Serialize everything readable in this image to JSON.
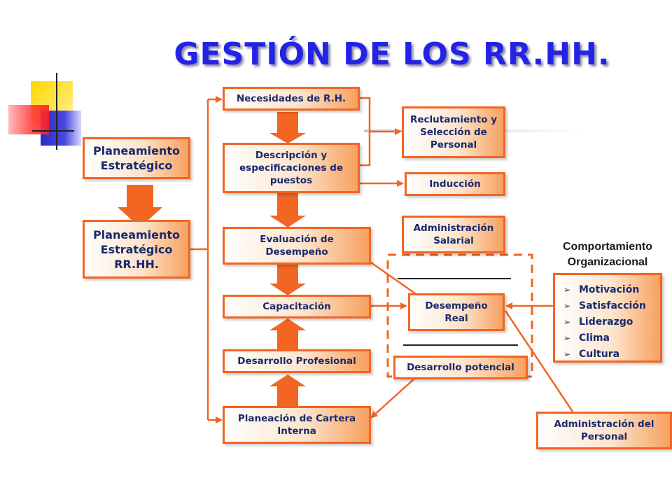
{
  "title": "GESTIÓN DE LOS RR.HH.",
  "colors": {
    "title": "#2323e6",
    "border": "#f26522",
    "arrow": "#f26522",
    "text": "#1a2a6c",
    "deco_yellow": "#ffd700",
    "deco_red": "#ff3b3b",
    "deco_blue": "#2b2bcc"
  },
  "left": {
    "strategic": "Planeamiento Estratégico",
    "strategic_hr": "Planeamiento Estratégico RR.HH."
  },
  "center": [
    "Necesidades de R.H.",
    "Descripción y especificaciones de puestos",
    "Evaluación de Desempeño",
    "Capacitación",
    "Desarrollo Profesional",
    "Planeación de Cartera Interna"
  ],
  "right": {
    "recruitment": "Reclutamiento y Selección de Personal",
    "induction": "Inducción",
    "salary": "Administración Salarial",
    "performance_real": "Desempeño Real",
    "potential": "Desarrollo potencial",
    "personnel_admin": "Administración del Personal"
  },
  "org_behavior": {
    "heading": "Comportamiento Organizacional",
    "items": [
      "Motivación",
      "Satisfacción",
      "Liderazgo",
      "Clima",
      "Cultura"
    ]
  }
}
